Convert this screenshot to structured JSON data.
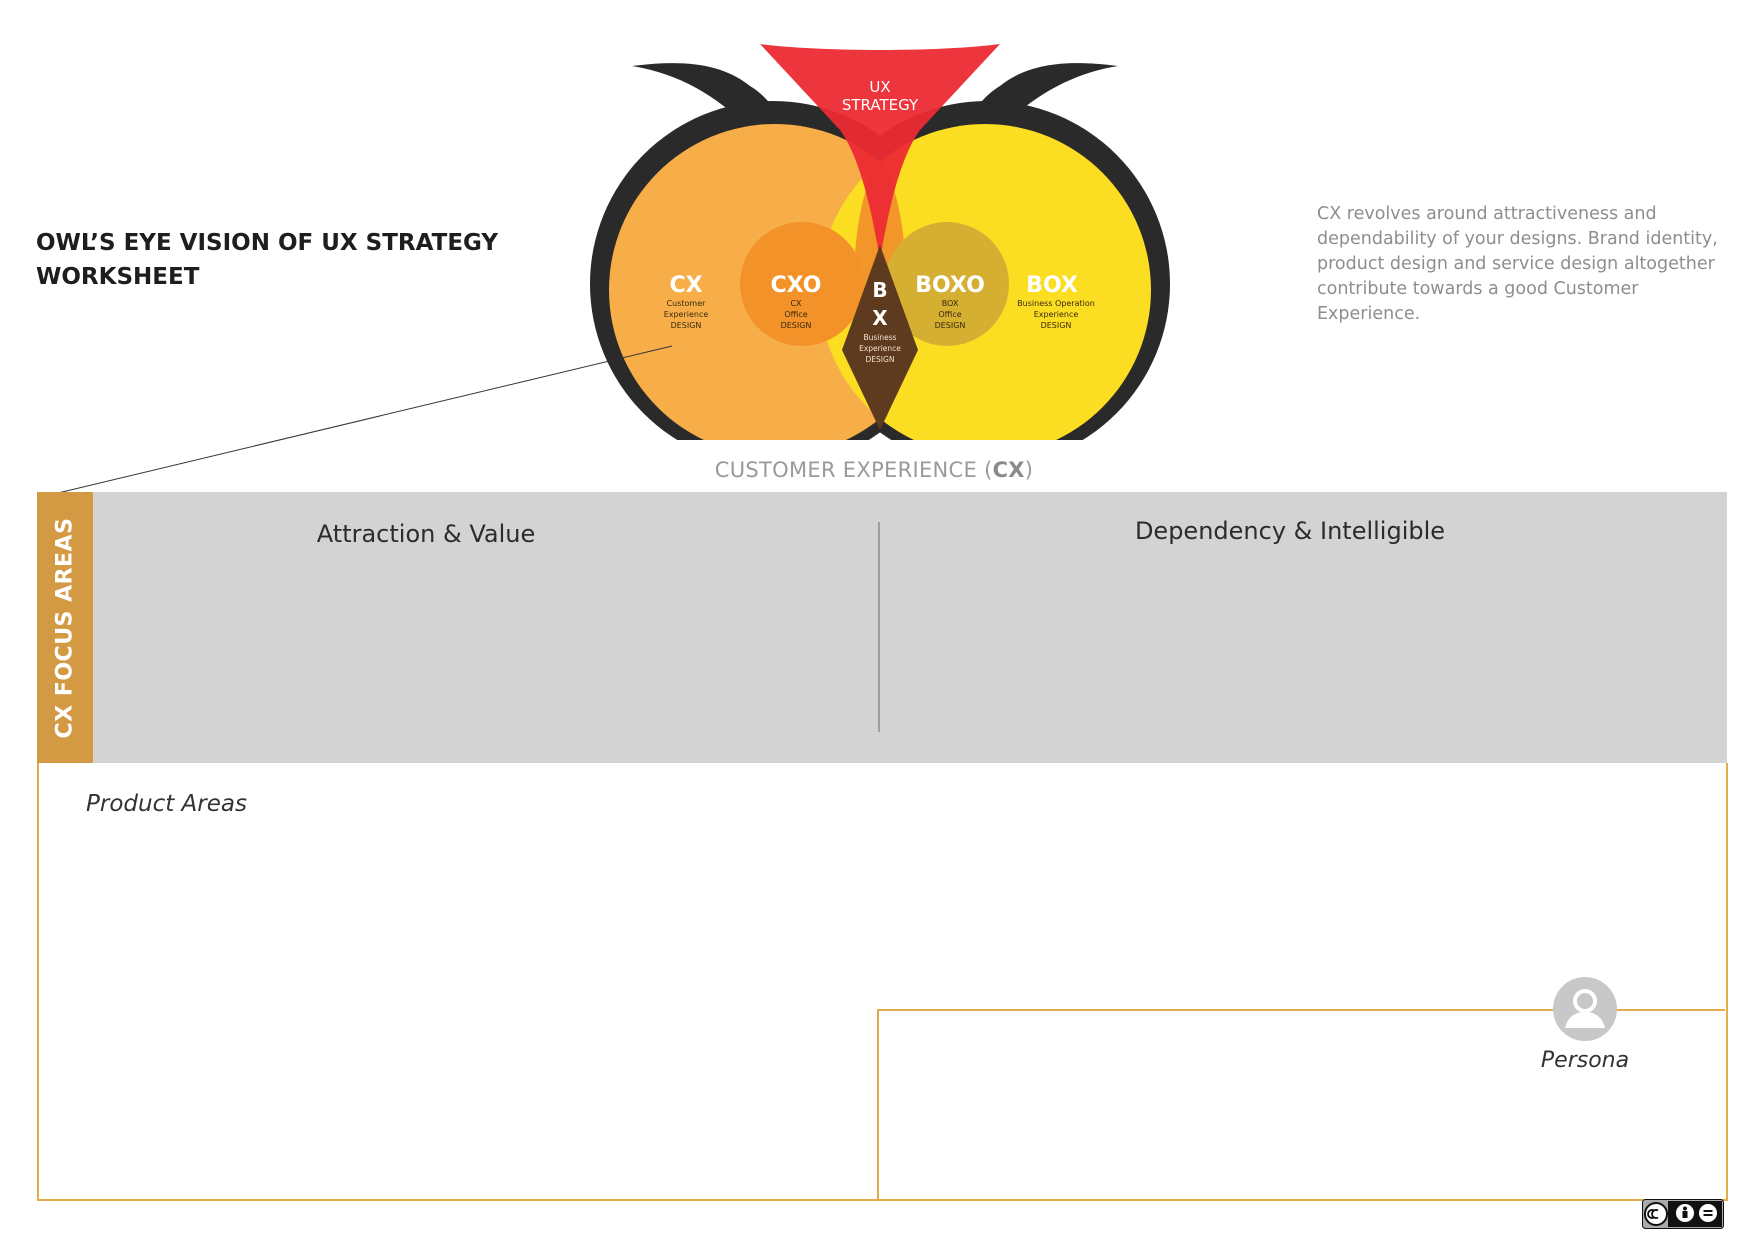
{
  "worksheet": {
    "title_lines": [
      "OWL’S EYE VISION OF UX STRATEGY",
      "WORKSHEET"
    ],
    "description": "CX revolves around attractiveness and dependability of your designs. Brand identity, product design and service design altogether contribute towards a good Customer Experience."
  },
  "owl": {
    "strategy_lines": [
      "UX",
      "STRATEGY"
    ],
    "cx": {
      "abbr": "CX",
      "lines": [
        "Customer",
        "Experience",
        "DESIGN"
      ]
    },
    "cxo": {
      "abbr": "CXO",
      "lines": [
        "CX",
        "Office",
        "DESIGN"
      ]
    },
    "bx": {
      "abbr_lines": [
        "B",
        "X"
      ],
      "lines": [
        "Business",
        "Experience",
        "DESIGN"
      ]
    },
    "boxo": {
      "abbr": "BOXO",
      "lines": [
        "BOX",
        "Office",
        "DESIGN"
      ]
    },
    "box": {
      "abbr": "BOX",
      "lines": [
        "Business Operation",
        "Experience",
        "DESIGN"
      ]
    },
    "colors": {
      "cx_circle": "#f7ae48",
      "cxo_circle": "#f39228",
      "box_circle": "#fbdd21",
      "boxo_circle": "#d4af32",
      "strategy": "#ec2a33",
      "bx_diamond": "#5e3a1e",
      "outline": "#2a2a2a"
    }
  },
  "section": {
    "heading_prefix": "CUSTOMER EXPERIENCE (",
    "heading_bold": "CX",
    "heading_suffix": ")",
    "focus_label": "CX FOCUS AREAS",
    "col_left": "Attraction & Value",
    "col_right": "Dependency & Intelligible",
    "product_areas": "Product Areas",
    "persona": "Persona"
  },
  "license": {
    "badge_icons": [
      "cc-icon",
      "by-icon",
      "nd-icon"
    ]
  }
}
